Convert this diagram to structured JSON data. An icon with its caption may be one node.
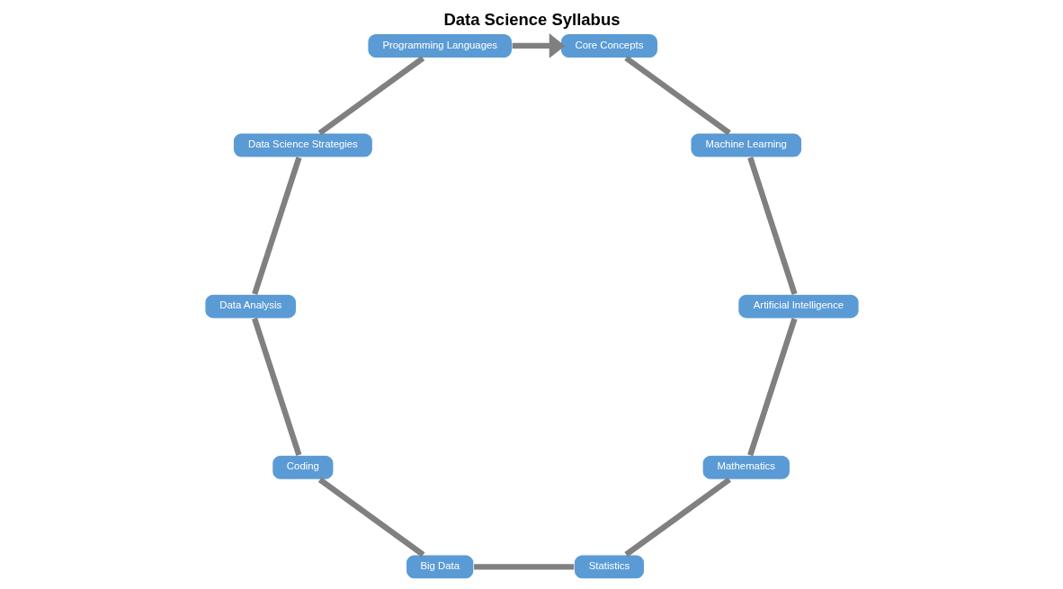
{
  "diagram": {
    "title": "Data Science Syllabus",
    "nodes": [
      {
        "text": [
          "Core Concepts"
        ]
      },
      {
        "text": [
          "Machine Learning"
        ]
      },
      {
        "text": [
          "Artificial Intelligence"
        ]
      },
      {
        "text": [
          "Mathematics"
        ]
      },
      {
        "text": [
          "Statistics"
        ]
      },
      {
        "text": [
          "Big Data"
        ]
      },
      {
        "text": [
          "Coding"
        ]
      },
      {
        "text": [
          "Data Analysis"
        ]
      },
      {
        "text": [
          "Data Science Strategies"
        ]
      },
      {
        "text": [
          "Programming Languages"
        ]
      }
    ],
    "edges": [
      {
        "from": 0,
        "to": 1,
        "arrow": "none"
      },
      {
        "from": 1,
        "to": 2,
        "arrow": "none"
      },
      {
        "from": 2,
        "to": 3,
        "arrow": "none"
      },
      {
        "from": 3,
        "to": 4,
        "arrow": "none"
      },
      {
        "from": 4,
        "to": 5,
        "arrow": "none"
      },
      {
        "from": 5,
        "to": 6,
        "arrow": "none"
      },
      {
        "from": 6,
        "to": 7,
        "arrow": "none"
      },
      {
        "from": 7,
        "to": 8,
        "arrow": "none"
      },
      {
        "from": 8,
        "to": 9,
        "arrow": "none"
      },
      {
        "from": 9,
        "to": 0,
        "arrow": "to"
      }
    ]
  }
}
